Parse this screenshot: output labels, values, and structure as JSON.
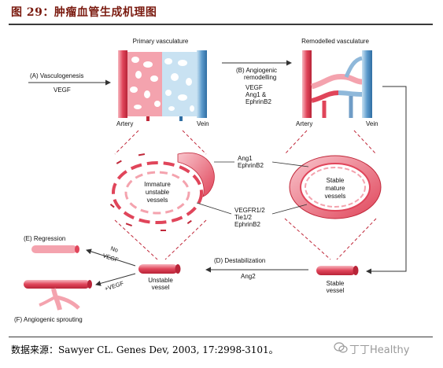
{
  "figure": {
    "title": "图 29：肿瘤血管生成机理图",
    "source": "数据来源：Sawyer CL. Genes Dev, 2003, 17:2998-3101。",
    "watermark": "丁丁Healthy"
  },
  "panels": {
    "primary": {
      "heading": "Primary vasculature",
      "artery": "Artery",
      "vein": "Vein",
      "step_label": "(A) Vasculogenesis",
      "factor": "VEGF"
    },
    "remodelled": {
      "heading": "Remodelled vasculature",
      "artery": "Artery",
      "vein": "Vein",
      "step_label_1": "(B) Angiogenic",
      "step_label_2": "remodelling",
      "factor_1": "VEGF",
      "factor_2": "Ang1 &",
      "factor_3": "EphrinB2"
    },
    "immature": {
      "line_1": "Immature",
      "line_2": "unstable",
      "line_3": "vessels"
    },
    "stable": {
      "line_1": "Stable",
      "line_2": "mature",
      "line_3": "vessels"
    },
    "middle_factors": {
      "top_1": "Ang1",
      "top_2": "EphrinB2",
      "bottom_1": "VEGFR1/2",
      "bottom_2": "Tie1/2",
      "bottom_3": "EphrinB2"
    },
    "bottom_row": {
      "regression": "(E) Regression",
      "no_vegf_1": "No",
      "no_vegf_2": "VEGF",
      "plus_vegf": "+VEGF",
      "sprouting": "(F) Angiogenic sprouting",
      "unstable_1": "Unstable",
      "unstable_2": "vessel",
      "destab": "(D) Destabilization",
      "ang2": "Ang2",
      "stable_1": "Stable",
      "stable_2": "vessel"
    }
  },
  "colors": {
    "artery_red": "#e0455a",
    "artery_light": "#f4a3ae",
    "vein_blue": "#6fa9d4",
    "vein_light": "#c9e2f2",
    "guide_red": "#c0283a",
    "title_brown": "#7a1a0f"
  }
}
